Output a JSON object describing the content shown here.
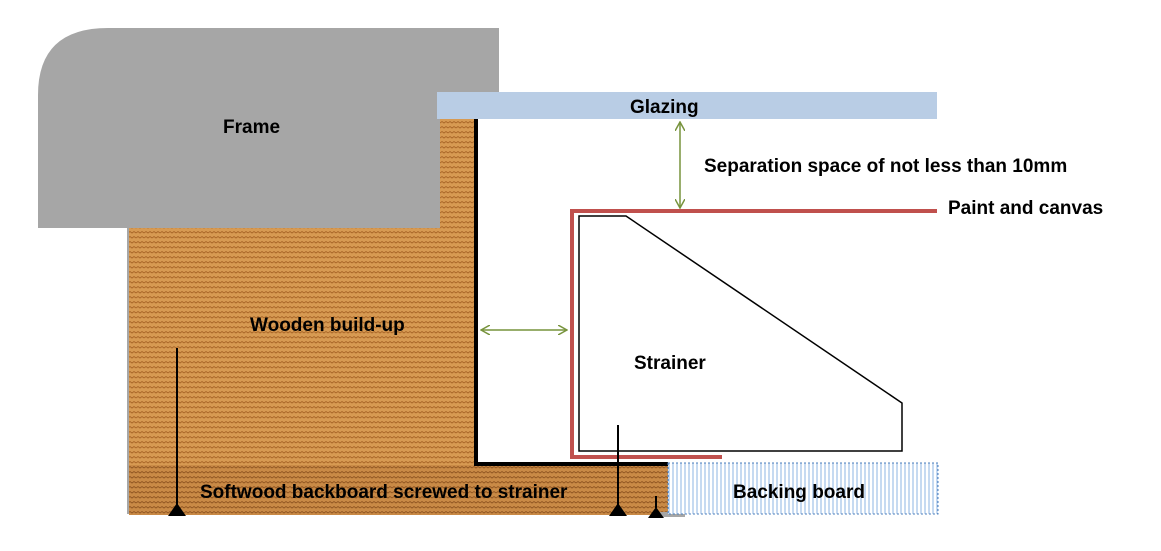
{
  "labels": {
    "frame": "Frame",
    "glazing": "Glazing",
    "separation": "Separation space of not less than 10mm",
    "paint_canvas": "Paint and canvas",
    "wooden_buildup": "Wooden build-up",
    "strainer": "Strainer",
    "softwood_backboard": "Softwood backboard screwed to strainer",
    "backing_board": "Backing board"
  },
  "colors": {
    "frame": "#a6a6a6",
    "wood": "#d79a52",
    "wood_grain": "#a86426",
    "glazing": "#b9cde5",
    "canvas_line": "#c0504d",
    "arrow": "#77933c",
    "backing_stripe": "#8eb4e3",
    "backing_border": "#4f81bd"
  }
}
